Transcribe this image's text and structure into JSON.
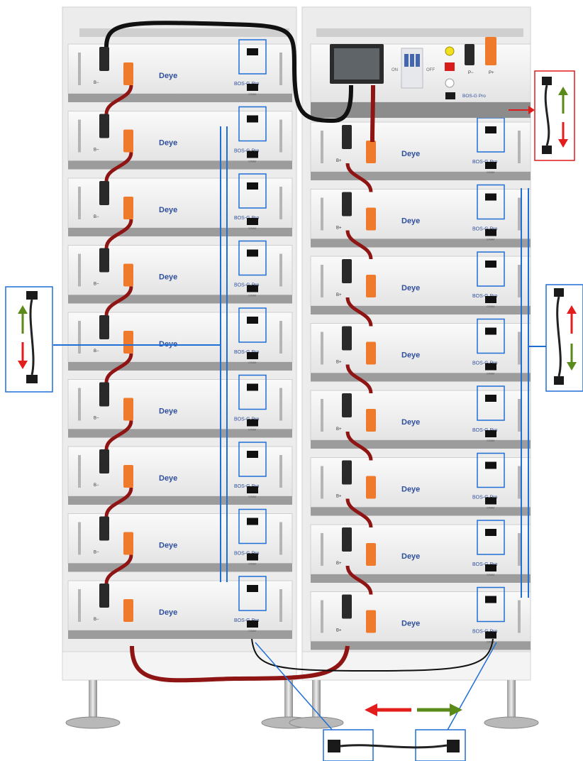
{
  "brand": "Deye",
  "model_label": "BOS-G Pro",
  "port_label": "COMM",
  "left_stack": {
    "terminal_label": "B−",
    "module_count": 9
  },
  "right_stack": {
    "terminal_label": "B+",
    "module_count": 8
  },
  "control_box": {
    "switch_on_label": "ON",
    "switch_off_label": "OFF",
    "neg_terminal_label": "P−",
    "pos_terminal_label": "P+",
    "model_label": "BOS-G Pro"
  },
  "colors": {
    "frame": "#e9e9e9",
    "module_face": "#f2f2f2",
    "brand_blue": "#2f4f9c",
    "callout_blue": "#1f6fd6",
    "callout_red": "#e01b1b",
    "arrow_red": "#e31c1c",
    "arrow_green": "#5a8a1a",
    "cable_red": "#8f1414",
    "connector_orange": "#f07a2c",
    "connector_black": "#2a2a2a"
  },
  "icons": {
    "arrow_up": "green-up-arrow-icon",
    "arrow_down": "red-down-arrow-icon",
    "arrow_left": "red-left-arrow-icon",
    "arrow_right": "green-right-arrow-icon"
  }
}
